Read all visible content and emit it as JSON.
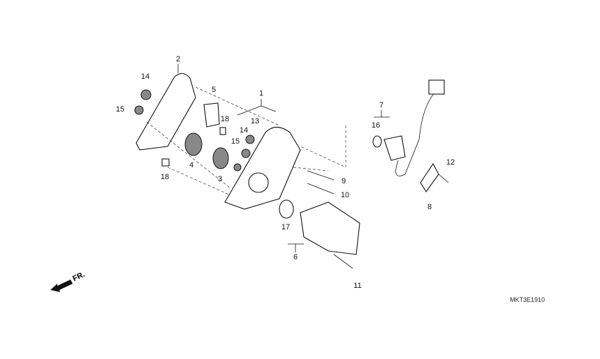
{
  "diagram_code": "MKT3E1910",
  "front_indicator": "FR.",
  "callouts": [
    {
      "id": "c1",
      "text": "1"
    },
    {
      "id": "c2",
      "text": "2"
    },
    {
      "id": "c3",
      "text": "3"
    },
    {
      "id": "c4",
      "text": "4"
    },
    {
      "id": "c5",
      "text": "5"
    },
    {
      "id": "c6",
      "text": "6"
    },
    {
      "id": "c7",
      "text": "7"
    },
    {
      "id": "c8",
      "text": "8"
    },
    {
      "id": "c9",
      "text": "9"
    },
    {
      "id": "c10",
      "text": "10"
    },
    {
      "id": "c11",
      "text": "11"
    },
    {
      "id": "c12",
      "text": "12"
    },
    {
      "id": "c13",
      "text": "13"
    },
    {
      "id": "c14a",
      "text": "14"
    },
    {
      "id": "c14b",
      "text": "14"
    },
    {
      "id": "c15a",
      "text": "15"
    },
    {
      "id": "c15b",
      "text": "15"
    },
    {
      "id": "c16",
      "text": "16"
    },
    {
      "id": "c17",
      "text": "17"
    },
    {
      "id": "c18a",
      "text": "18"
    },
    {
      "id": "c18b",
      "text": "18"
    }
  ]
}
